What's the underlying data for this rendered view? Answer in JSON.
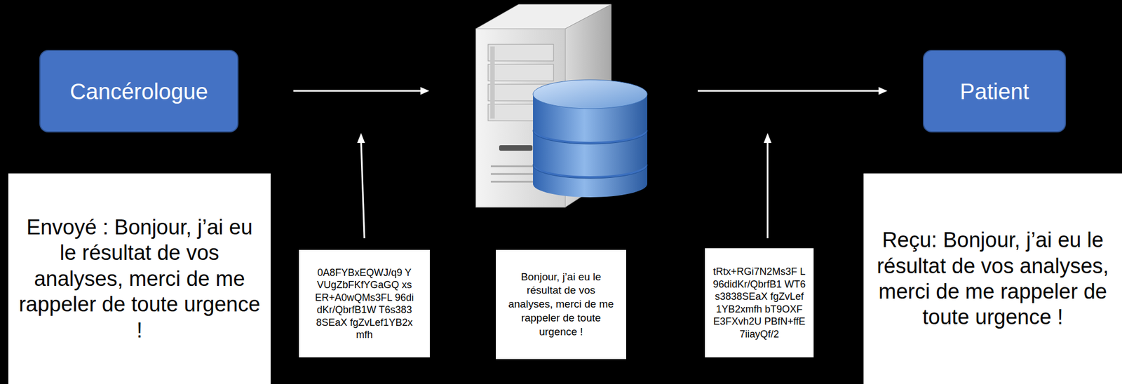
{
  "diagram": {
    "nodes": [
      {
        "text": [
          "Cancérologue"
        ]
      },
      {
        "text": [
          "Patient"
        ]
      },
      {
        "text": [
          "Envoyé : Bonjour, j’ai eu le résultat de vos analyses, merci de me rappeler de toute urgence !"
        ]
      },
      {
        "text": [
          "0A8FYBxEQWJ/q9 YVUgZbFKfYGaGQ xsER+A0wQMs3FL 96didKr/QbrfB1W T6s3838SEaX fgZvLef1YB2xmfh"
        ]
      },
      {
        "text": [
          "Bonjour, j’ai eu le résultat de vos analyses, merci de me rappeler de toute urgence !"
        ]
      },
      {
        "text": [
          "tRtx+RGi7N2Ms3F L96didKr/QbrfB1 WT6s3838SEaX fgZvLef1YB2xmfh bT9OXFE3FXvh2U PBfN+ffE7iiayQf/2"
        ]
      },
      {
        "text": [
          "Reçu: Bonjour, j’ai eu le résultat de vos analyses, merci de me rappeler de toute urgence !"
        ]
      }
    ]
  }
}
